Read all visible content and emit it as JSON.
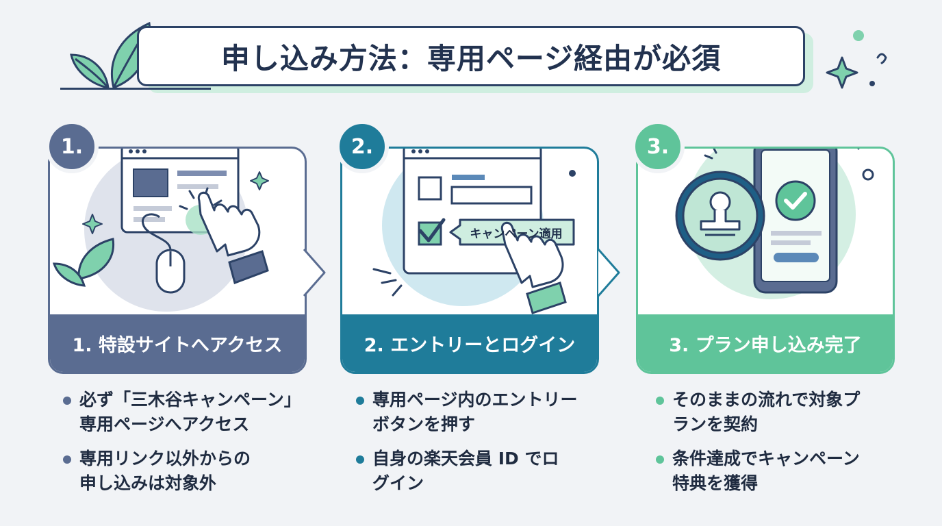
{
  "title": "申し込み方法：専用ページ経由が必須",
  "colors": {
    "step1": "#5a6c91",
    "step2": "#1f7c9a",
    "step3": "#5fc49a",
    "navy": "#2c4266",
    "mint": "#7fd1ad",
    "background": "#f1f3f6"
  },
  "steps": [
    {
      "badge": "1.",
      "label": "1. 特設サイトへアクセス",
      "icon": "browser-click-icon",
      "bullets": [
        "必ず「三木谷キャンペーン」\n専用ページへアクセス",
        "専用リンク以外からの\n申し込みは対象外"
      ]
    },
    {
      "badge": "2.",
      "label": "2. エントリーとログイン",
      "icon": "browser-checkbox-icon",
      "tag": "キャンペーン適用",
      "bullets": [
        "専用ページ内のエントリー\nボタンを押す",
        "自身の楽天会員 ID でロ\nグイン"
      ]
    },
    {
      "badge": "3.",
      "label": "3. プラン申し込み完了",
      "icon": "phone-stamp-icon",
      "bullets": [
        "そのままの流れで対象プ\nランを契約",
        "条件達成でキャンペーン\n特典を獲得"
      ]
    }
  ]
}
